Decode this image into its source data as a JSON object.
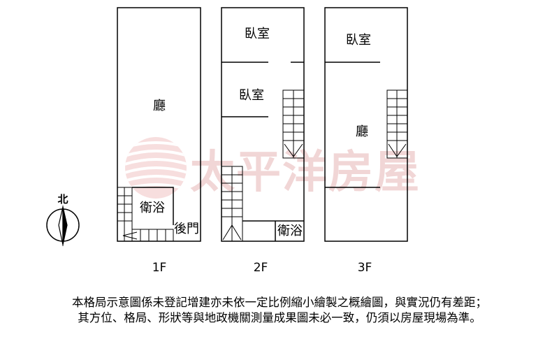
{
  "watermark": {
    "text": "太平洋房屋",
    "accent": "#e8b3b3"
  },
  "compass": {
    "label": "北"
  },
  "floors": [
    {
      "label": "1F",
      "rooms": [
        "廳",
        "衛浴",
        "後門"
      ]
    },
    {
      "label": "2F",
      "rooms": [
        "臥室",
        "臥室",
        "衛浴"
      ]
    },
    {
      "label": "3F",
      "rooms": [
        "臥室",
        "廳"
      ]
    }
  ],
  "disclaimer": {
    "line1": "本格局示意圖係未登記增建亦未依一定比例縮小繪製之概繪圖，與實況仍有差距；",
    "line2": "其方位、格局、形狀等與地政機關測量成果圖未必一致，仍須以房屋現場為準。"
  }
}
